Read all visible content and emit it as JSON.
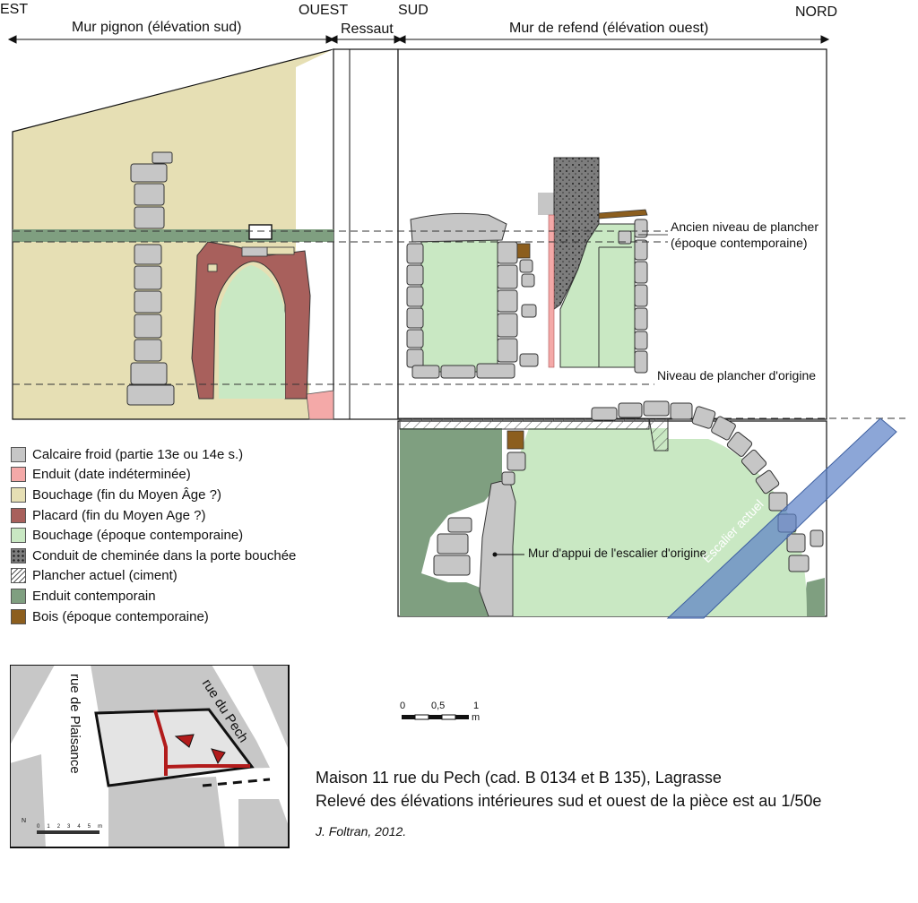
{
  "header": {
    "est": "EST",
    "ouest": "OUEST",
    "sud": "SUD",
    "nord": "NORD",
    "mur_pignon": "Mur pignon (élévation sud)",
    "ressaut": "Ressaut",
    "mur_refend": "Mur de refend (élévation ouest)"
  },
  "annotations": {
    "ancien_niveau_1": "Ancien niveau de plancher",
    "ancien_niveau_2": "(époque contemporaine)",
    "niveau_origine": "Niveau de plancher d'origine",
    "mur_appui": "Mur d'appui de l'escalier d'origine",
    "escalier": "Escalier actuel"
  },
  "legend": [
    {
      "label": "Calcaire froid  (partie 13e ou 14e s.)",
      "color": "#c6c6c6"
    },
    {
      "label": "Enduit (date indéterminée)",
      "color": "#f4a9a8"
    },
    {
      "label": "Bouchage (fin du Moyen Âge ?)",
      "color": "#e6dfb4"
    },
    {
      "label": "Placard (fin du Moyen Age ?)",
      "color": "#a8605c"
    },
    {
      "label": "Bouchage (époque contemporaine)",
      "color": "#c9e8c3"
    },
    {
      "label": "Conduit de cheminée dans la porte bouchée",
      "color": "#7d7d7d"
    },
    {
      "label": "Plancher actuel (ciment)",
      "color": "#ffffff"
    },
    {
      "label": "Enduit contemporain",
      "color": "#7f9f80"
    },
    {
      "label": "Bois (époque contemporaine)",
      "color": "#8c5e1e"
    }
  ],
  "map": {
    "rue_plaisance": "rue de Plaisance",
    "rue_pech": "rue du Pech",
    "north": "N",
    "scale_ticks": [
      "0",
      "1",
      "2",
      "3",
      "4",
      "5"
    ],
    "scale_unit": "m"
  },
  "scale": {
    "ticks": [
      "0",
      "0,5",
      "1"
    ],
    "unit": "m"
  },
  "caption": {
    "line1": "Maison 11 rue du Pech (cad. B 0134 et B 135), Lagrasse",
    "line2": "Relevé des élévations intérieures sud et ouest de la pièce est au 1/50e",
    "author": "J. Foltran, 2012."
  }
}
